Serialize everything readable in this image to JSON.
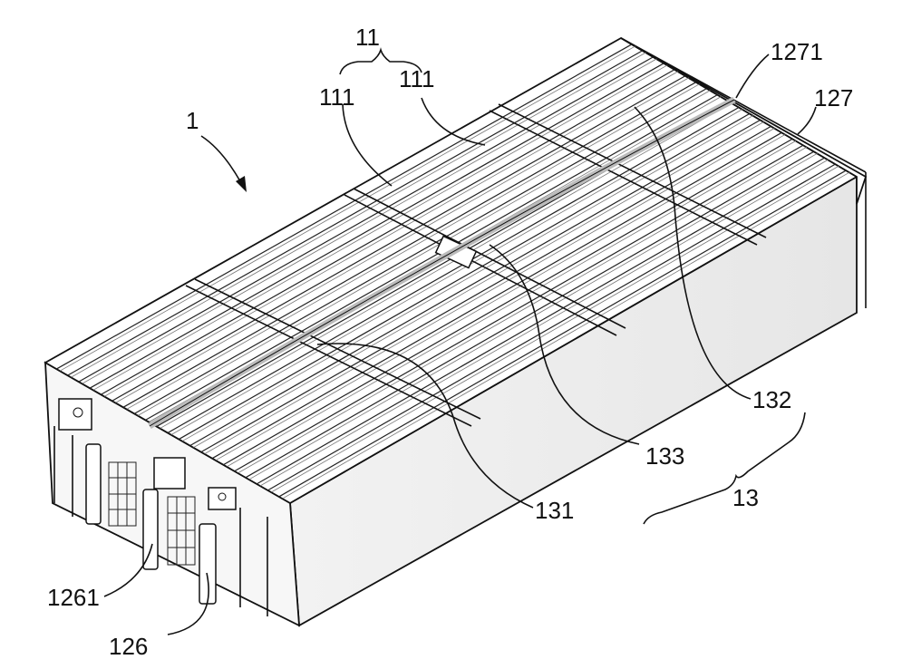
{
  "figure": {
    "labels": {
      "assembly": "1",
      "group_11": "11",
      "plate_a": "111",
      "plate_b": "111",
      "part_1271": "1271",
      "part_127": "127",
      "band_132": "132",
      "band_133": "133",
      "band_131": "131",
      "group_13": "13",
      "part_1261": "1261",
      "part_126": "126"
    }
  }
}
